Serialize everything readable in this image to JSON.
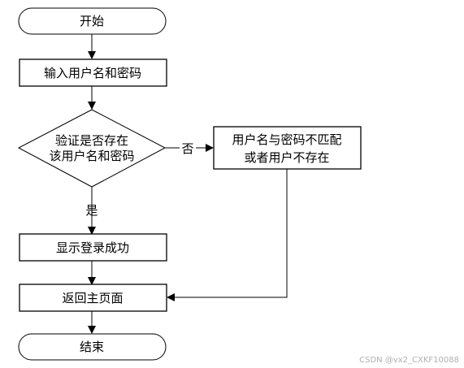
{
  "nodes": {
    "start": "开始",
    "input": "输入用户名和密码",
    "decision_line1": "验证是否存在",
    "decision_line2": "该用户名和密码",
    "error_line1": "用户名与密码不匹配",
    "error_line2": "或者用户不存在",
    "success": "显示登录成功",
    "home": "返回主页面",
    "end": "结束"
  },
  "edges": {
    "no": "否",
    "yes": "是"
  },
  "watermark": "CSDN @vx2_CXKF10088"
}
